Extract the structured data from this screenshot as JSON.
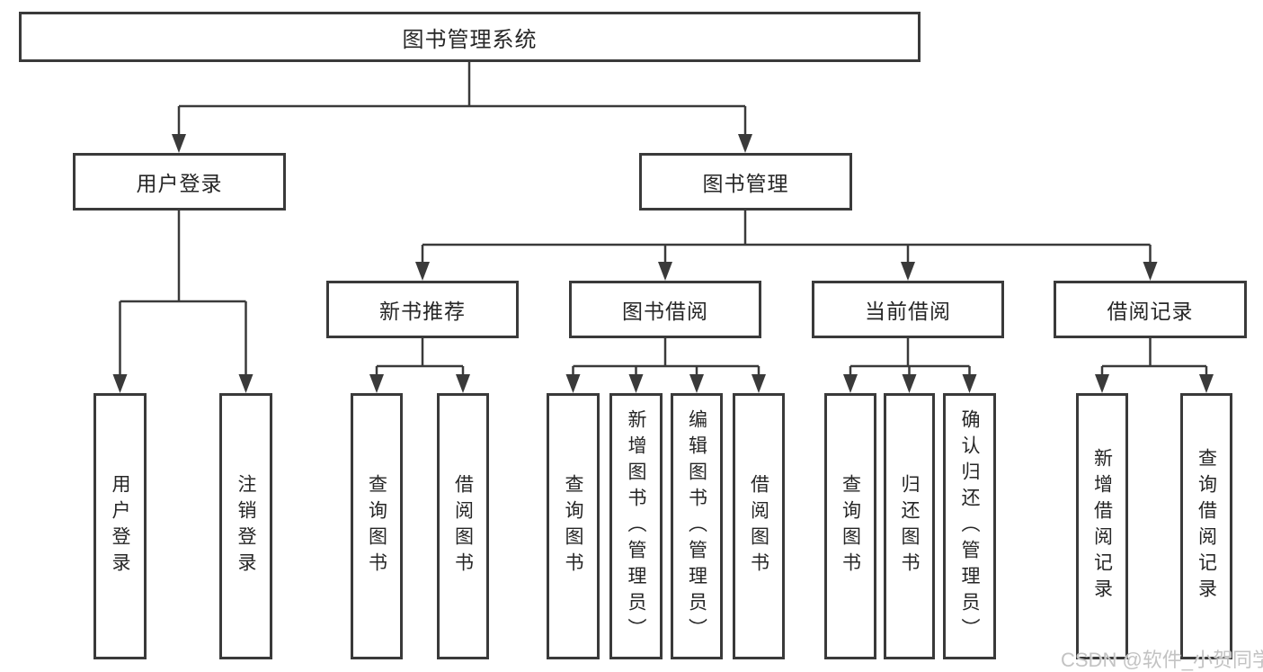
{
  "tree": {
    "label": "图书管理系统",
    "children": [
      {
        "label": "用户登录",
        "children": [
          {
            "label": "用户登录"
          },
          {
            "label": "注销登录"
          }
        ]
      },
      {
        "label": "图书管理",
        "children": [
          {
            "label": "新书推荐",
            "children": [
              {
                "label": "查询图书"
              },
              {
                "label": "借阅图书"
              }
            ]
          },
          {
            "label": "图书借阅",
            "children": [
              {
                "label": "查询图书"
              },
              {
                "label": "新增图书（管理员）"
              },
              {
                "label": "编辑图书（管理员）"
              },
              {
                "label": "借阅图书"
              }
            ]
          },
          {
            "label": "当前借阅",
            "children": [
              {
                "label": "查询图书"
              },
              {
                "label": "归还图书"
              },
              {
                "label": "确认归还（管理员）"
              }
            ]
          },
          {
            "label": "借阅记录",
            "children": [
              {
                "label": "新增借阅记录"
              },
              {
                "label": "查询借阅记录"
              }
            ]
          }
        ]
      }
    ]
  },
  "watermark": {
    "text": "CSDN @软件_小贺同学"
  },
  "colors": {
    "border": "#3a3a3a",
    "line": "#3a3a3a",
    "text": "#262626",
    "watermark": "#c3c3c3",
    "background": "#ffffff"
  }
}
